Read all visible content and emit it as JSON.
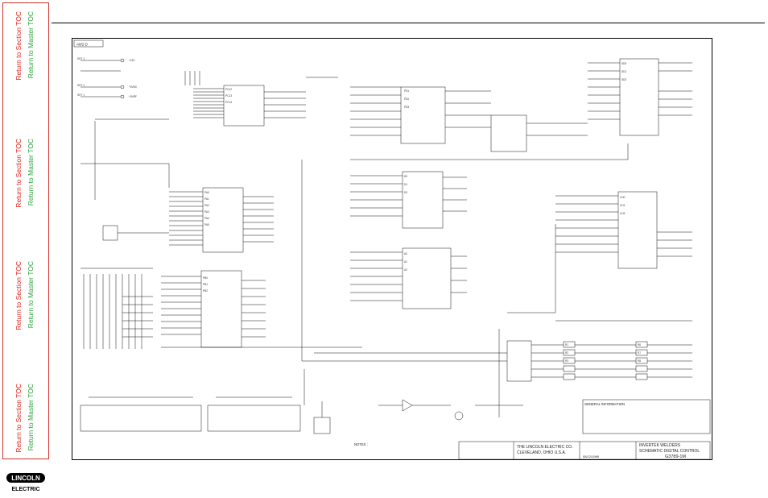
{
  "sidebar": {
    "link_colors": {
      "section": "#e2231a",
      "master": "#2aa13a",
      "frame": "#d0322d"
    },
    "groups": [
      {
        "section_label": "Return to Section TOC",
        "master_label": "Return to Master TOC"
      },
      {
        "section_label": "Return to Section TOC",
        "master_label": "Return to Master TOC"
      },
      {
        "section_label": "Return to Section TOC",
        "master_label": "Return to Master TOC"
      },
      {
        "section_label": "Return to Section TOC",
        "master_label": "Return to Master TOC"
      }
    ],
    "logo": {
      "line1": "LINCOLN",
      "line2": "ELECTRIC"
    }
  },
  "schematic": {
    "corner_label": "A8/2 D",
    "general_information": "GENERAL INFORMATION",
    "notes_label": "NOTES :",
    "company_line1": "THE LINCOLN ELECTRIC CO.",
    "company_line2": "CLEVELAND, OHIO U.S.A.",
    "title_line1": "INVERTEK WELDERS",
    "title_line2": "SCHEMATIC  DIGITAL CONTROL",
    "drawing_number": "G3789-1M",
    "date": "05/12/1999"
  }
}
